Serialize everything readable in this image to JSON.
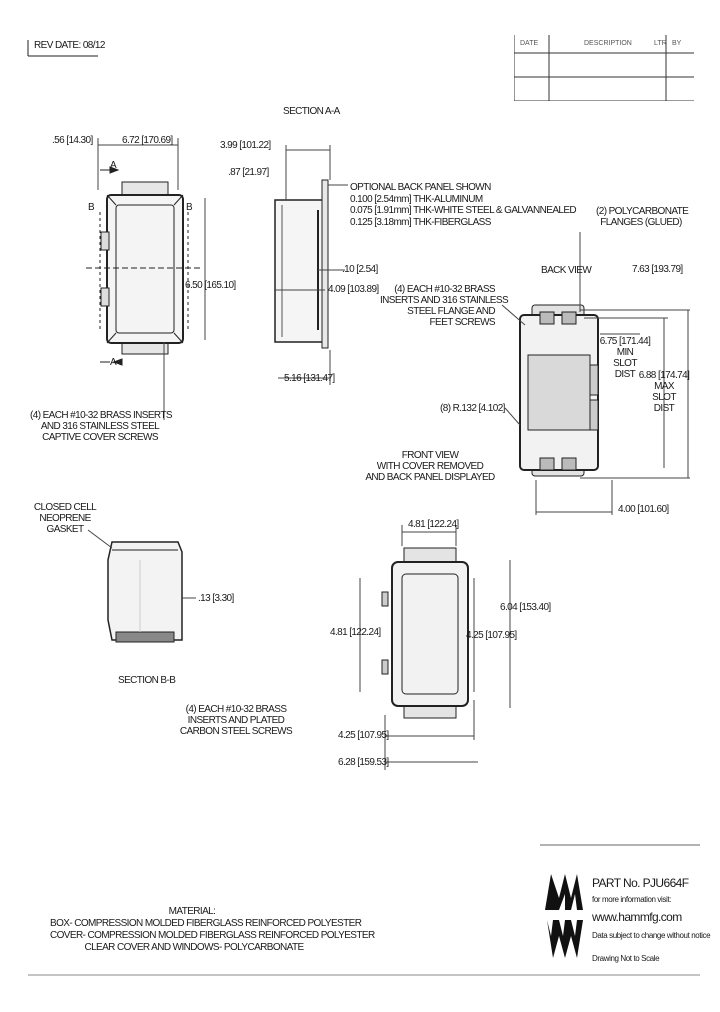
{
  "header": {
    "rev_date": "REV DATE: 08/12",
    "table": {
      "col1": "DATE",
      "col2": "DESCRIPTION",
      "col3": "LTR",
      "col4": "BY"
    }
  },
  "section_aa": {
    "title": "SECTION A-A",
    "dim_top": "3.99 [101.22]",
    "dim_87": ".87 [21.97]",
    "panel_note": [
      "OPTIONAL BACK PANEL SHOWN",
      "0.100 [2.54mm] THK-ALUMINUM",
      "0.075 [1.91mm] THK-WHITE STEEL & GALVANNEALED",
      "0.125 [3.18mm] THK-FIBERGLASS"
    ],
    "dim_10": ".10 [2.54]",
    "dim_409": "4.09 [103.89]",
    "dim_516": "5.16 [131.47]"
  },
  "front_top": {
    "dim_56": ".56 [14.30]",
    "dim_672": "6.72 [170.69]",
    "label_a_top": "A",
    "label_a_bottom": "A",
    "label_b_left": "B",
    "label_b_right": "B",
    "dim_650": "6.50 [165.10]",
    "insert_note": [
      "(4) EACH #10-32 BRASS INSERTS",
      "AND 316 STAINLESS STEEL",
      "CAPTIVE COVER SCREWS"
    ]
  },
  "back_view": {
    "flanges_note": [
      "(2) POLYCARBONATE",
      "FLANGES (GLUED)"
    ],
    "label": "BACK VIEW",
    "dim_763": "7.63 [193.79]",
    "inserts_note": [
      "(4) EACH #10-32 BRASS",
      "INSERTS AND 316 STAINLESS",
      "STEEL FLANGE AND",
      "FEET SCREWS"
    ],
    "slot_min": [
      "6.75 [171.44]",
      "MIN",
      "SLOT",
      "DIST"
    ],
    "slot_max": [
      "6.88 [174.74]",
      "MAX",
      "SLOT",
      "DIST"
    ],
    "radius": "(8) R.132 [4.102]",
    "front_note": [
      "FRONT VIEW",
      "WITH COVER REMOVED",
      "AND BACK PANEL DISPLAYED"
    ],
    "dim_400": "4.00 [101.60]"
  },
  "section_bb": {
    "gasket_note": [
      "CLOSED CELL",
      "NEOPRENE",
      "GASKET"
    ],
    "dim_13": ".13 [3.30]",
    "title": "SECTION B-B",
    "inserts_note": [
      "(4) EACH #10-32 BRASS",
      "INSERTS AND PLATED",
      "CARBON STEEL SCREWS"
    ]
  },
  "front_view2": {
    "dim_481_top": "4.81 [122.24]",
    "dim_481_left": "4.81 [122.24]",
    "dim_425_right": "4.25 [107.95]",
    "dim_604": "6.04 [153.40]",
    "dim_425_bottom": "4.25 [107.95]",
    "dim_628": "6.28 [159.53]"
  },
  "material": {
    "title": "MATERIAL:",
    "lines": [
      "BOX- COMPRESSION MOLDED FIBERGLASS REINFORCED POLYESTER",
      "COVER- COMPRESSION MOLDED FIBERGLASS REINFORCED POLYESTER",
      "CLEAR COVER AND WINDOWS- POLYCARBONATE"
    ]
  },
  "title_block": {
    "part": "PART No. PJU664F",
    "info": "for more information visit:",
    "url": "www.hammfg.com",
    "disclaimer": "Data subject to change without notice",
    "scale": "Drawing Not to Scale",
    "logo_icon": "hammond-logo-icon"
  }
}
